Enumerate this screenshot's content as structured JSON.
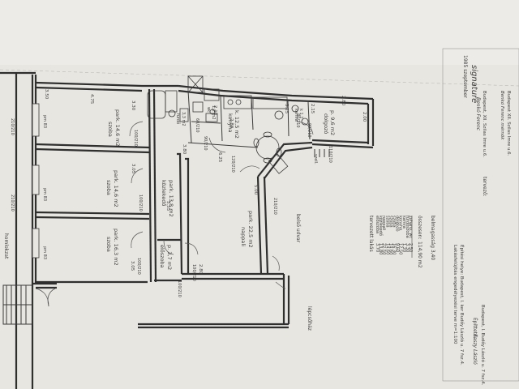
{
  "header": {
    "date": "1985 szeptember",
    "signature_mark": "signature"
  },
  "rooms": {
    "szoba_1": {
      "name": "szoba",
      "floor": "park. 14,6 m2"
    },
    "szoba_2": {
      "name": "szoba",
      "floor": "park. 14,6 m2"
    },
    "szoba_3": {
      "name": "szoba",
      "floor": "park. 16,3 m2"
    },
    "kozlekedo": {
      "name": "közlekedő",
      "floor": "park. 13,8 m2"
    },
    "eloszoba": {
      "name": "előszoba",
      "floor": "p. 3,7 m2"
    },
    "nappali": {
      "name": "nappali",
      "floor": "park. 22,5 m2"
    },
    "konyha": {
      "name": "konyha",
      "floor": "k. 12,5 m2"
    },
    "dolgozo": {
      "name": "dolgozó",
      "floor": "p. 9,6 m2"
    },
    "furdo": {
      "name": "fürdő",
      "floor": "3,3 m2"
    },
    "wc": {
      "name": "wc",
      "floor": "1,2 m2"
    },
    "kamra": {
      "name": "kamra",
      "floor": "k 1,2"
    }
  },
  "dims": {
    "d475": "4.75",
    "d350": "3.50",
    "d330": "3.30",
    "d305a": "3.05",
    "d305b": "3.05",
    "d555": "5.55",
    "d380": "3.80",
    "d625": "6.25",
    "d500": "5.00",
    "d280a": "2.80",
    "d280b": "2.80",
    "d280c": "2.80",
    "d200": "2.00",
    "d215": "2.15",
    "d325": "3.25",
    "d210": "2.10"
  },
  "doors": {
    "a": "210/210",
    "b": "210/210",
    "c": "100/210",
    "d": "100/210",
    "e": "100/210",
    "f": "100/210",
    "g": "90/210",
    "h": "110/210",
    "i": "90/210",
    "j": "120/210",
    "k": "210/210",
    "l": "100/210",
    "m": "60/210",
    "n": "80/210"
  },
  "windows": {
    "a": "pm 83",
    "b": "pm 83",
    "c": "pm 83"
  },
  "labels": {
    "belso_udvar": "belső udvar",
    "lepcsohaz": "lépcsőház",
    "homlokzat": "homlokzat",
    "szell": "szell."
  },
  "table": {
    "title": "tervezett lakás",
    "rows": [
      {
        "name": "előszoba",
        "value": "3.70"
      },
      {
        "name": "közlekedő",
        "value": "13.80"
      },
      {
        "name": "nappali",
        "value": "22.50"
      },
      {
        "name": "szoba",
        "value": "14.60"
      },
      {
        "name": "szoba",
        "value": "14.60"
      },
      {
        "name": "szoba",
        "value": "16.30"
      },
      {
        "name": "dolgozó",
        "value": "9.60"
      },
      {
        "name": "konyha",
        "value": "12.50"
      },
      {
        "name": "kamra",
        "value": "1.20"
      },
      {
        "name": "fürdőszoba",
        "value": "3.30"
      },
      {
        "name": "zuhany, wc",
        "value": "2.50"
      }
    ],
    "total_label": "összesen:",
    "total_value": "114,90 m2",
    "height_note": "belmagasság 3,40"
  },
  "footer": {
    "line1": "Lakásfelújítás engedélyezési terve m=1:100",
    "line2": "Építési helye: Budapest, I. ker Budőy László u. 7 fsz.4.",
    "epitteto_label": "Építtető:",
    "epitteto_name": "Kaszy László",
    "epitteto_addr": "Budapest, I. Budőy László u. 7 fsz.4.",
    "tervezo_label": "tervező:",
    "tervezo_name": "Benkó Ferenc",
    "tervezo_addr1": "Budapest, XII. Szilas Imre u.6.",
    "tervezo_addr2": "Budapest XII. Szilas Imre u.6.",
    "tervezo_sign": "Benkó Ferenc mérnök"
  }
}
